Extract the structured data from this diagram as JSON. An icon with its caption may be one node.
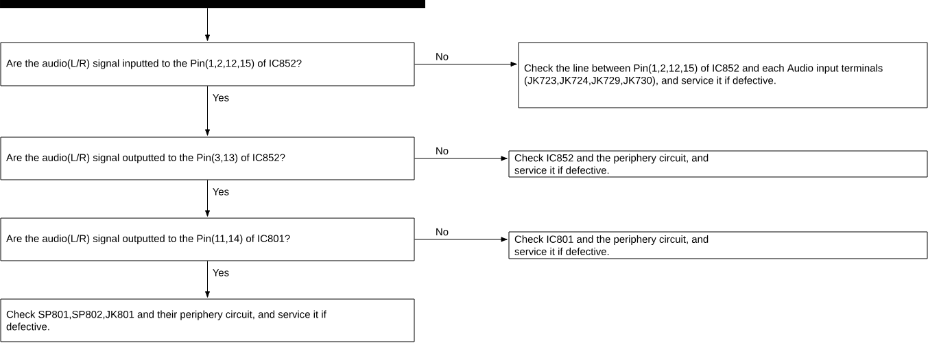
{
  "diagram": {
    "nodes": [
      {
        "text": [],
        "shape": "bar"
      },
      {
        "text": [
          "Are the audio(L/R) signal inputted to the Pin(1,2,12,15) of IC852?"
        ]
      },
      {
        "text": [
          "Check the line between Pin(1,2,12,15) of IC852 and each Audio input terminals (JK723,JK724,JK729,JK730), and service it if defective."
        ]
      },
      {
        "text": [
          "Are the audio(L/R) signal outputted to the Pin(3,13) of IC852?"
        ]
      },
      {
        "text": [
          "Check IC852 and the periphery circuit, and service it if defective."
        ]
      },
      {
        "text": [
          "Are the audio(L/R) signal outputted to the Pin(11,14) of IC801?"
        ]
      },
      {
        "text": [
          "Check IC801 and the periphery circuit, and service it if defective."
        ]
      },
      {
        "text": [
          "Check SP801,SP802,JK801 and their periphery circuit, and service it if defective."
        ]
      }
    ],
    "edges": [
      {
        "from": 0,
        "to": 1,
        "arrow": "to"
      },
      {
        "from": 1,
        "to": 2,
        "arrow": "to",
        "label": "No"
      },
      {
        "from": 1,
        "to": 3,
        "arrow": "to",
        "label": "Yes"
      },
      {
        "from": 3,
        "to": 4,
        "arrow": "to",
        "label": "No"
      },
      {
        "from": 3,
        "to": 5,
        "arrow": "to",
        "label": "Yes"
      },
      {
        "from": 5,
        "to": 6,
        "arrow": "to",
        "label": "No"
      },
      {
        "from": 5,
        "to": 7,
        "arrow": "to",
        "label": "Yes"
      }
    ]
  }
}
